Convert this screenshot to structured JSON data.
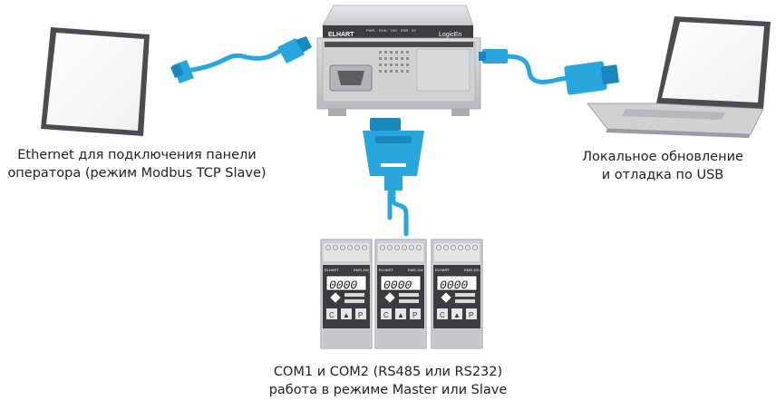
{
  "captions": {
    "ethernet": {
      "line1": "Ethernet для подключения панели",
      "line2": "оператора (режим Modbus TCP Slave)"
    },
    "usb": {
      "line1": "Локальное обновление",
      "line2": "и отладка по USB"
    },
    "com": {
      "line1": "COM1 и COM2 (RS485 или RS232)",
      "line2": "работа в режиме Master или Slave"
    }
  },
  "plc": {
    "brand": "ELHART",
    "model": "LogicEn",
    "leds": [
      "PWR",
      "RUN",
      "TXD",
      "ERR",
      "ST"
    ]
  },
  "meters": [
    {
      "brand": "ELHART",
      "model": "EMS-100",
      "display": "0000",
      "buttons": [
        "C",
        "▲",
        "P"
      ]
    },
    {
      "brand": "ELHART",
      "model": "EMS-100",
      "display": "0000",
      "buttons": [
        "C",
        "▲",
        "P"
      ]
    },
    {
      "brand": "ELHART",
      "model": "EMS-100",
      "display": "0000",
      "buttons": [
        "C",
        "▲",
        "P"
      ]
    }
  ],
  "colors": {
    "cable": "#29a6dc",
    "cable_dark": "#1a88bd",
    "device_grey": "#d2d4d6",
    "device_dark": "#3b3d40"
  }
}
